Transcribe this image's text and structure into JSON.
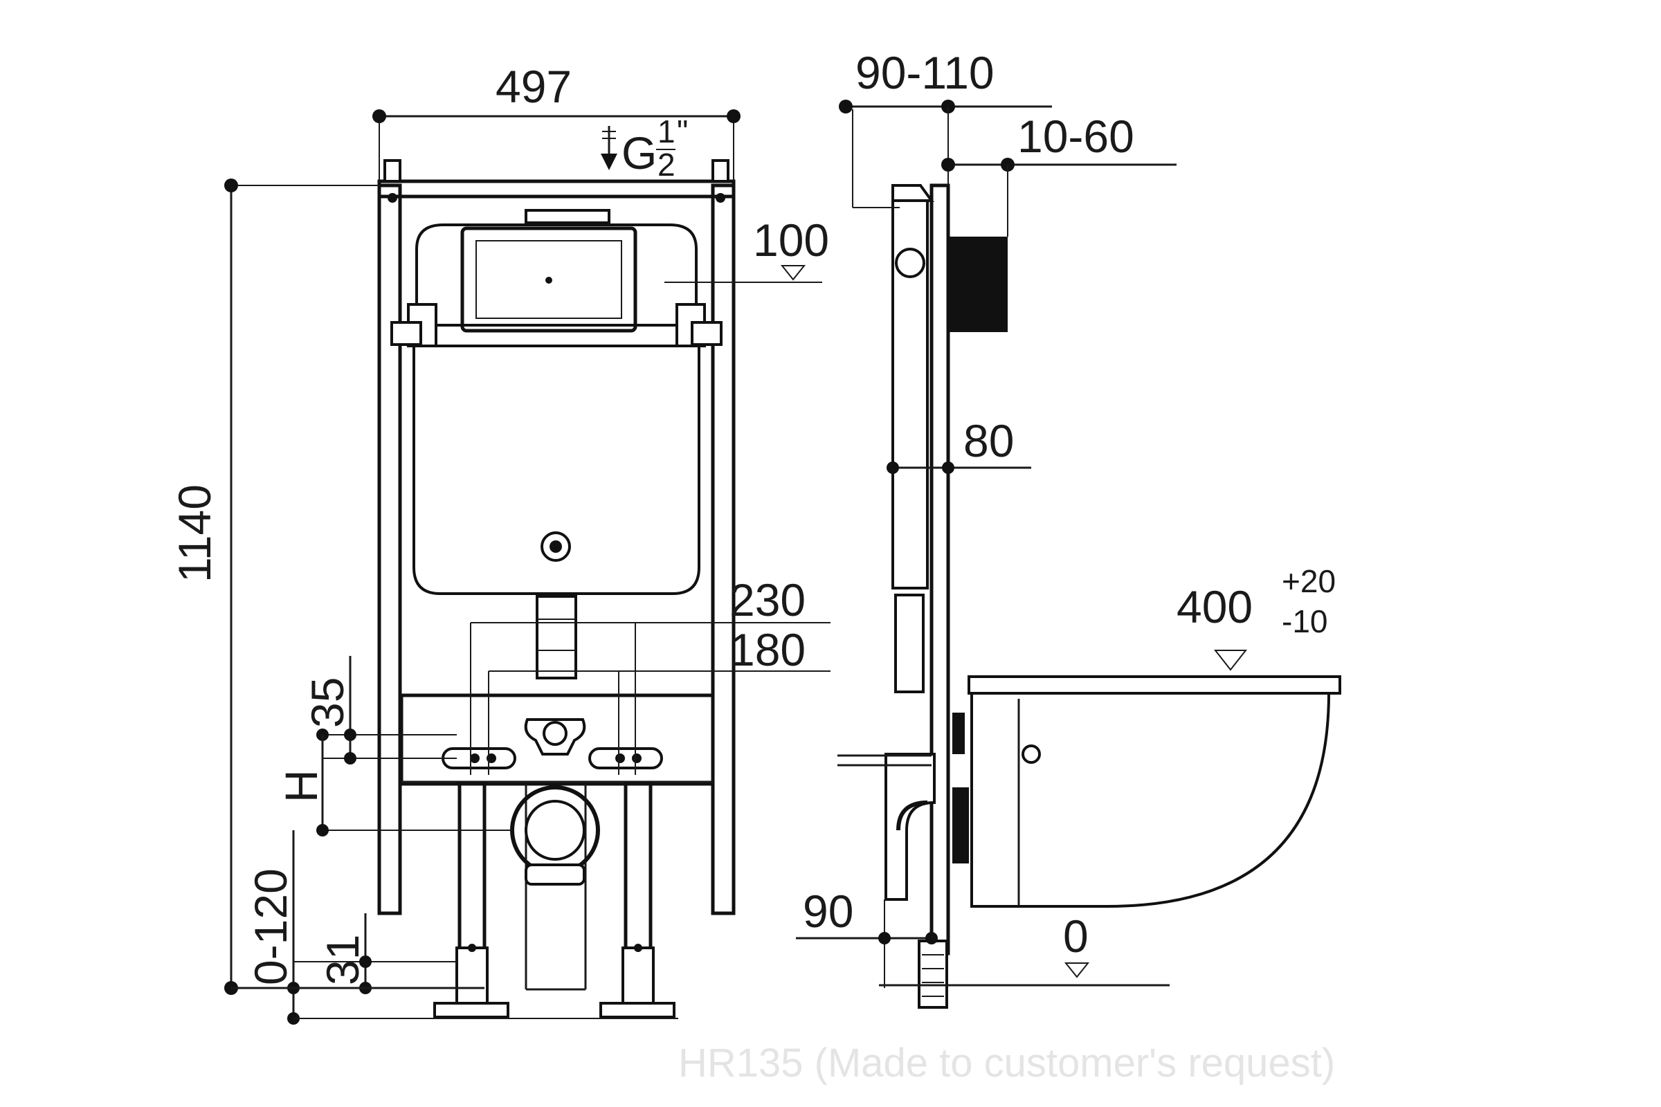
{
  "drawing": {
    "model_note": "HR135 (Made to customer's request)",
    "water_inlet": {
      "letter": "G",
      "fraction_num": "1",
      "fraction_den": "2",
      "unit": "\""
    },
    "dimensions": {
      "frame_width": "497",
      "frame_height": "1140",
      "wall_depth": "90-110",
      "wall_offset": "10-60",
      "inlet_height": "100",
      "frame_depth": "80",
      "bolt_spacing_outer": "230",
      "bolt_spacing_inner": "180",
      "bolt_vertical": "35",
      "height_var": "H",
      "leg_adjust": "0-120",
      "foot_height": "31",
      "floor_offset": "90",
      "floor_level": "0",
      "seat_height": "400",
      "seat_tol_plus": "+20",
      "seat_tol_minus": "-10"
    }
  }
}
